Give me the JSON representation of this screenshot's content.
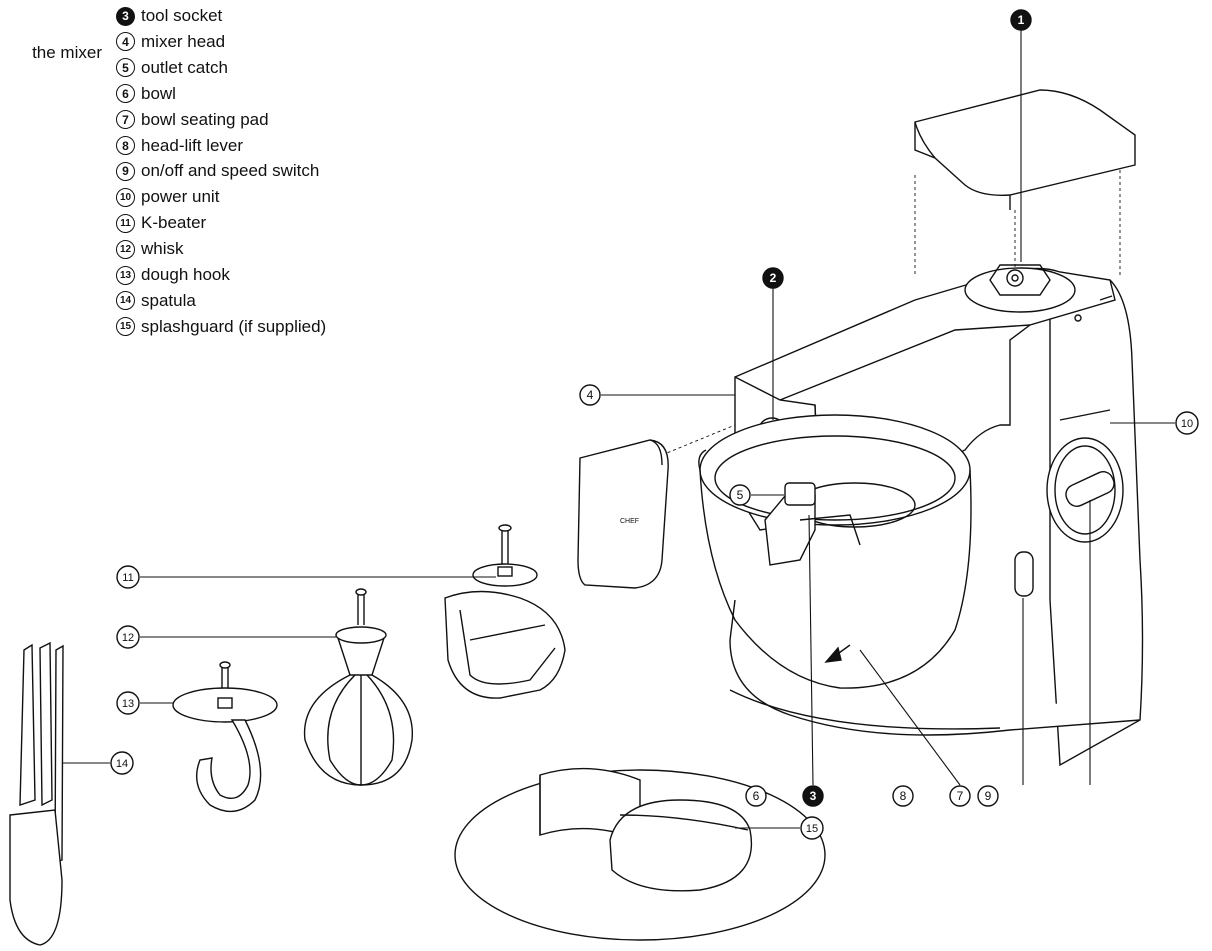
{
  "legend": {
    "group_label": "the mixer",
    "items": [
      {
        "num": "3",
        "style": "filled",
        "label": "tool socket"
      },
      {
        "num": "4",
        "style": "open",
        "label": "mixer head"
      },
      {
        "num": "5",
        "style": "open",
        "label": "outlet catch"
      },
      {
        "num": "6",
        "style": "open",
        "label": "bowl"
      },
      {
        "num": "7",
        "style": "open",
        "label": "bowl seating pad"
      },
      {
        "num": "8",
        "style": "open",
        "label": "head-lift lever"
      },
      {
        "num": "9",
        "style": "open",
        "label": "on/off and speed switch"
      },
      {
        "num": "10",
        "style": "open",
        "label": "power unit"
      },
      {
        "num": "11",
        "style": "open",
        "label": "K-beater"
      },
      {
        "num": "12",
        "style": "open",
        "label": "whisk"
      },
      {
        "num": "13",
        "style": "open",
        "label": "dough hook"
      },
      {
        "num": "14",
        "style": "open",
        "label": "spatula"
      },
      {
        "num": "15",
        "style": "open",
        "label": "splashguard (if supplied)"
      }
    ]
  },
  "callouts": {
    "c1": "1",
    "c2": "2",
    "c3": "3",
    "c4": "4",
    "c5": "5",
    "c6": "6",
    "c7": "7",
    "c8": "8",
    "c9": "9",
    "c10": "10",
    "c11": "11",
    "c12": "12",
    "c13": "13",
    "c14": "14",
    "c15": "15"
  },
  "product_marks": {
    "bowl_mark": "CHEF"
  },
  "colors": {
    "ink": "#111111",
    "paper": "#ffffff",
    "shade": "#e6e6e6"
  }
}
